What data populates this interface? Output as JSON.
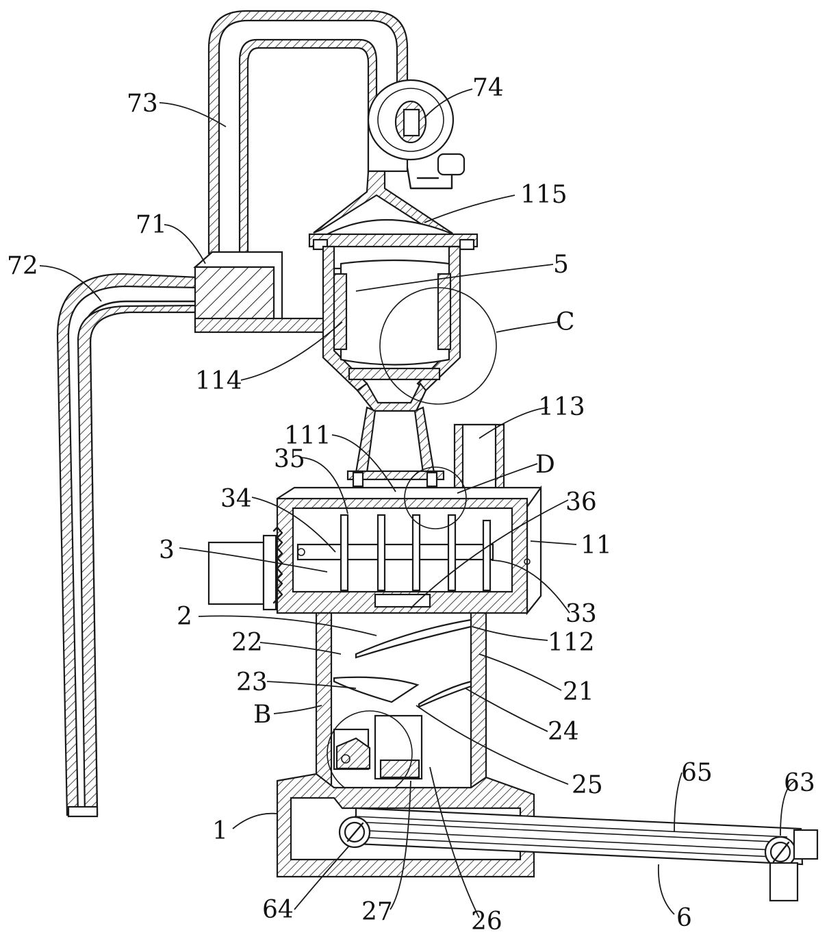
{
  "labels": {
    "l73": "73",
    "l74": "74",
    "l71": "71",
    "l72": "72",
    "l115": "115",
    "l5": "5",
    "lC": "C",
    "l114": "114",
    "l113": "113",
    "l111": "111",
    "lD": "D",
    "l35": "35",
    "l34": "34",
    "l36": "36",
    "l3": "3",
    "l11": "11",
    "l33": "33",
    "l2": "2",
    "l112": "112",
    "l22": "22",
    "l21": "21",
    "l23": "23",
    "lB": "B",
    "l24": "24",
    "l25": "25",
    "l65": "65",
    "l63": "63",
    "l1": "1",
    "l64": "64",
    "l27": "27",
    "l26": "26",
    "l6": "6"
  }
}
